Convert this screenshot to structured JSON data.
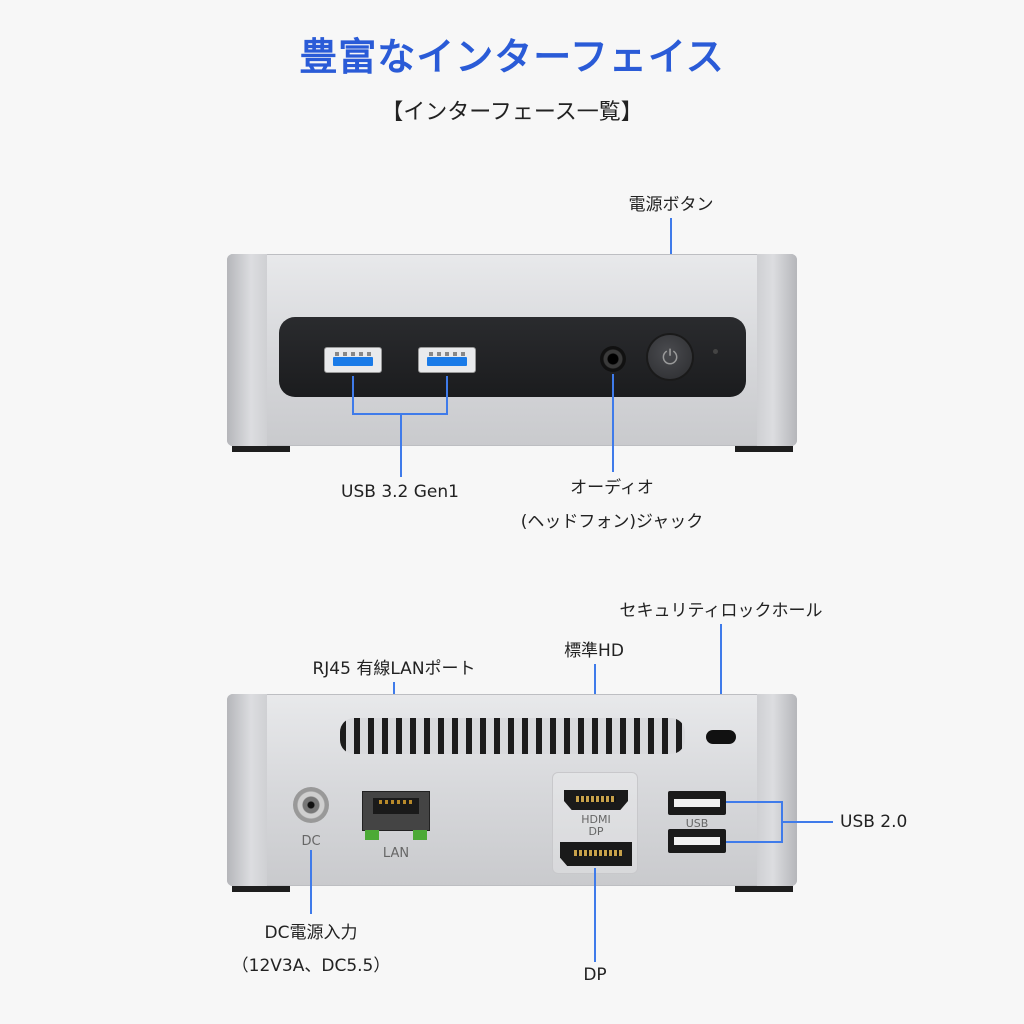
{
  "header": {
    "title": "豊富なインターフェイス",
    "subtitle": "【インターフェース一覧】"
  },
  "front": {
    "labels": {
      "power_button": "電源ボタン",
      "usb": "USB 3.2 Gen1",
      "audio_line1": "オーディオ",
      "audio_line2": "(ヘッドフォン)ジャック"
    }
  },
  "back": {
    "labels": {
      "lan": "RJ45 有線LANポート",
      "lock": "セキュリティロックホール",
      "hdmi": "標準HD",
      "usb2": "USB 2.0",
      "dc_line1": "DC電源入力",
      "dc_line2": "（12V3A、DC5.5）",
      "dp": "DP"
    },
    "port_text": {
      "dc": "DC",
      "lan": "LAN",
      "hdmi": "HDMI",
      "dp": "DP",
      "usb": "USB"
    }
  },
  "colors": {
    "accent": "#2a5bd7",
    "callout_line": "#3f7bea",
    "usb3_blue": "#1a7be8"
  }
}
